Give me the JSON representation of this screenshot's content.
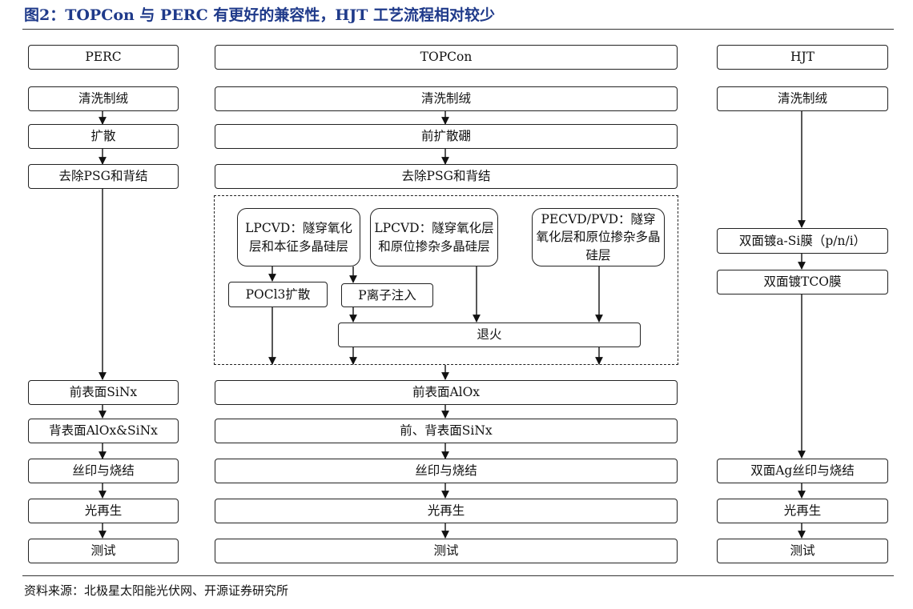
{
  "title": "图2：TOPCon 与 PERC 有更好的兼容性，HJT 工艺流程相对较少",
  "source": "资料来源：北极星太阳能光伏网、开源证券研究所",
  "perc": {
    "header": "PERC",
    "steps": [
      "清洗制绒",
      "扩散",
      "去除PSG和背结",
      "前表面SiNx",
      "背表面AlOx&SiNx",
      "丝印与烧结",
      "光再生",
      "测试"
    ]
  },
  "topcon": {
    "header": "TOPCon",
    "steps_top": [
      "清洗制绒",
      "前扩散硼",
      "去除PSG和背结"
    ],
    "routes": [
      {
        "label": "LPCVD：隧穿氧化层和本征多晶硅层"
      },
      {
        "label": "LPCVD：隧穿氧化层和原位掺杂多晶硅层"
      },
      {
        "label": "PECVD/PVD：隧穿氧化层和原位掺杂多晶硅层"
      }
    ],
    "poc": "POCl3扩散",
    "p_implant": "P离子注入",
    "anneal": "退火",
    "steps_bottom": [
      "前表面AlOx",
      "前、背表面SiNx",
      "丝印与烧结",
      "光再生",
      "测试"
    ]
  },
  "hjt": {
    "header": "HJT",
    "steps": [
      "清洗制绒",
      "双面镀a-Si膜（p/n/i）",
      "双面镀TCO膜",
      "双面Ag丝印与烧结",
      "光再生",
      "测试"
    ]
  }
}
